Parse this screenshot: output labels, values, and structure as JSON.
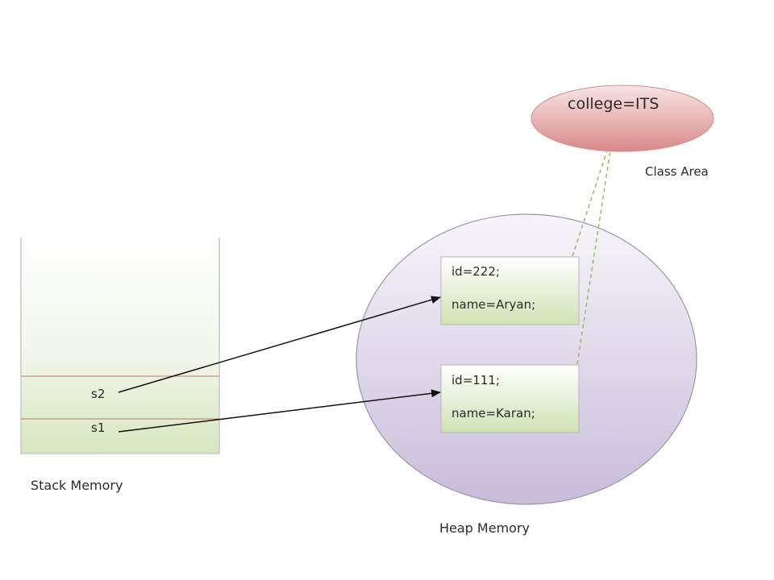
{
  "class_area": {
    "value_text": "college=ITS",
    "label": "Class Area"
  },
  "stack": {
    "label": "Stack Memory",
    "slots": [
      {
        "name": "s2"
      },
      {
        "name": "s1"
      }
    ]
  },
  "heap": {
    "label": "Heap Memory",
    "objects": [
      {
        "id_text": "id=222;",
        "name_text": "name=Aryan;"
      },
      {
        "id_text": "id=111;",
        "name_text": "name=Karan;"
      }
    ]
  },
  "colors": {
    "stack_fill_top": "#ffffff",
    "stack_fill_bottom": "#d6e7bf",
    "stack_border": "#c9c9c9",
    "stack_divider": "#c9736b",
    "heap_fill_top": "#f4f1f8",
    "heap_fill_bottom": "#cbbfdd",
    "class_fill_top": "#f6dede",
    "class_fill_bottom": "#d98a8a",
    "object_fill_top": "#ffffff",
    "object_fill_bottom": "#cfe2b4",
    "dashed_link": "#9bbd5c",
    "arrow": "#111111"
  }
}
